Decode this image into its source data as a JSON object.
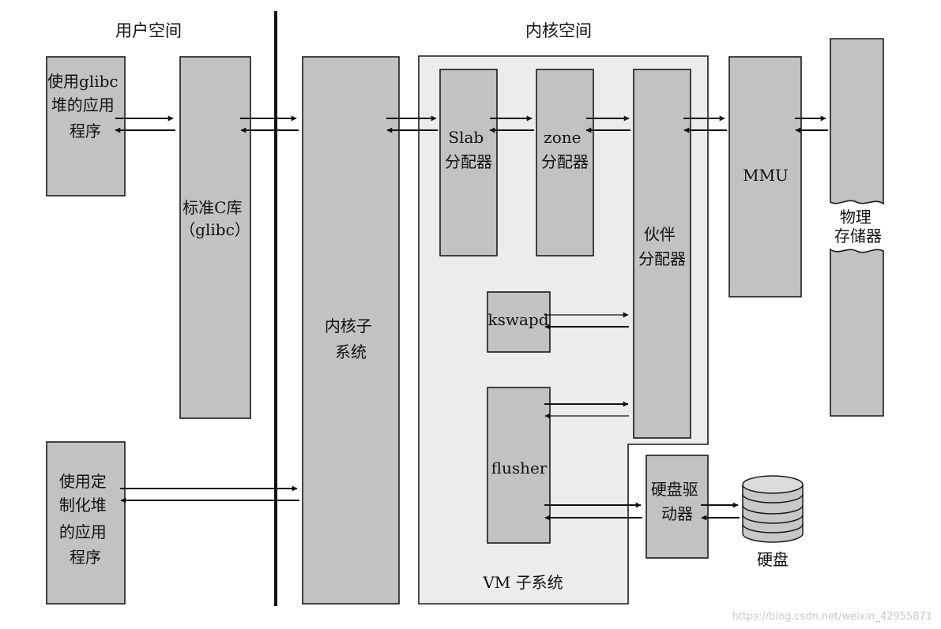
{
  "headers": {
    "user_space": "用户空间",
    "kernel_space": "内核空间"
  },
  "boxes": {
    "glibc_app": [
      "使用glibc",
      "堆的应用",
      "程序"
    ],
    "libc": [
      "标准C库",
      "（glibc）"
    ],
    "custom_app": [
      "使用定",
      "制化堆",
      "的应用",
      "程序"
    ],
    "kernel_subsys": [
      "内核子",
      "系统"
    ],
    "slab": [
      "Slab",
      "分配器"
    ],
    "zone": [
      "zone",
      "分配器"
    ],
    "buddy": [
      "伙伴",
      "分配器"
    ],
    "mmu": [
      "MMU"
    ],
    "phys_mem": [
      "物理",
      "存储器"
    ],
    "kswapd": [
      "kswapd"
    ],
    "flusher": [
      "flusher"
    ],
    "disk_driver": [
      "硬盘驱",
      "动器"
    ],
    "disk": [
      "硬盘"
    ],
    "vm_subsystem": [
      "VM 子系统"
    ]
  },
  "watermark": "https://blog.csdn.net/weixin_42955871",
  "colors": {
    "box_fill": "#c2c2c2",
    "vm_fill": "#ececec",
    "line": "#111111"
  }
}
